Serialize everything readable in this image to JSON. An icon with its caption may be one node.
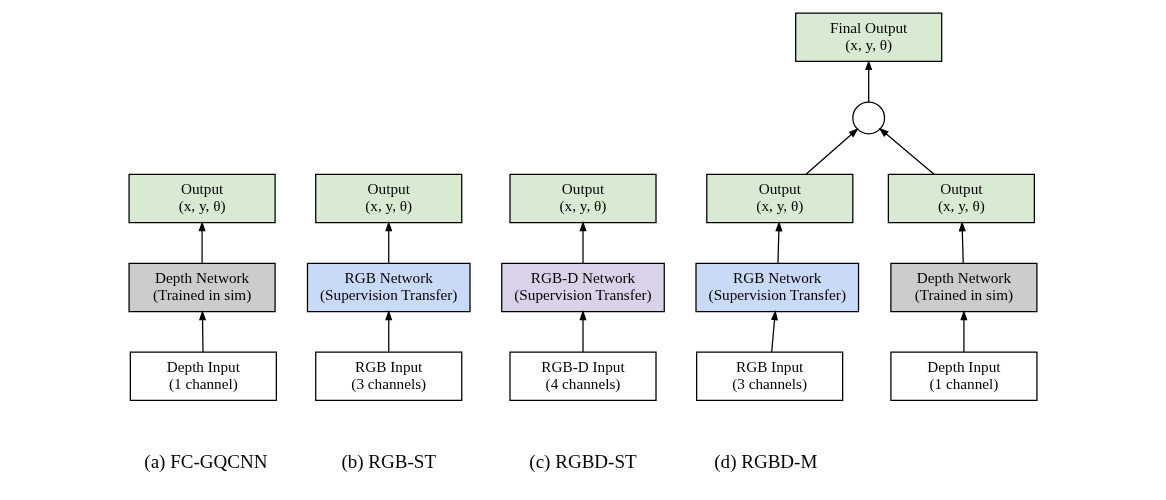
{
  "diagram": {
    "nodes": [
      {
        "text": [
          "Output",
          "(x, y, θ)"
        ]
      },
      {
        "text": [
          "Depth Network",
          "(Trained in sim)"
        ]
      },
      {
        "text": [
          "Depth Input",
          "(1 channel)"
        ]
      },
      {
        "text": [
          "Output",
          "(x, y, θ)"
        ]
      },
      {
        "text": [
          "RGB Network",
          "(Supervision Transfer)"
        ]
      },
      {
        "text": [
          "RGB Input",
          "(3 channels)"
        ]
      },
      {
        "text": [
          "Output",
          "(x, y, θ)"
        ]
      },
      {
        "text": [
          "RGB-D Network",
          "(Supervision Transfer)"
        ]
      },
      {
        "text": [
          "RGB-D Input",
          "(4 channels)"
        ]
      },
      {
        "text": [
          "Final Output",
          "(x, y, θ)"
        ]
      },
      {
        "text": [],
        "shape": "circle"
      },
      {
        "text": [
          "Output",
          "(x, y, θ)"
        ]
      },
      {
        "text": [
          "Output",
          "(x, y, θ)"
        ]
      },
      {
        "text": [
          "RGB Network",
          "(Supervision Transfer)"
        ]
      },
      {
        "text": [
          "Depth Network",
          "(Trained in sim)"
        ]
      },
      {
        "text": [
          "RGB Input",
          "(3 channels)"
        ]
      },
      {
        "text": [
          "Depth Input",
          "(1 channel)"
        ]
      }
    ],
    "edges": [
      {
        "from": 2,
        "to": 1,
        "arrow": "to"
      },
      {
        "from": 1,
        "to": 0,
        "arrow": "to"
      },
      {
        "from": 5,
        "to": 4,
        "arrow": "to"
      },
      {
        "from": 4,
        "to": 3,
        "arrow": "to"
      },
      {
        "from": 8,
        "to": 7,
        "arrow": "to"
      },
      {
        "from": 7,
        "to": 6,
        "arrow": "to"
      },
      {
        "from": 15,
        "to": 13,
        "arrow": "to"
      },
      {
        "from": 13,
        "to": 11,
        "arrow": "to"
      },
      {
        "from": 16,
        "to": 14,
        "arrow": "to"
      },
      {
        "from": 14,
        "to": 12,
        "arrow": "to"
      },
      {
        "from": 11,
        "to": 10,
        "arrow": "to"
      },
      {
        "from": 12,
        "to": 10,
        "arrow": "to"
      },
      {
        "from": 10,
        "to": 9,
        "arrow": "to"
      }
    ],
    "labels": [
      "(a) FC-GQCNN",
      "(b) RGB-ST",
      "(c) RGBD-ST",
      "(d) RGBD-M"
    ]
  }
}
